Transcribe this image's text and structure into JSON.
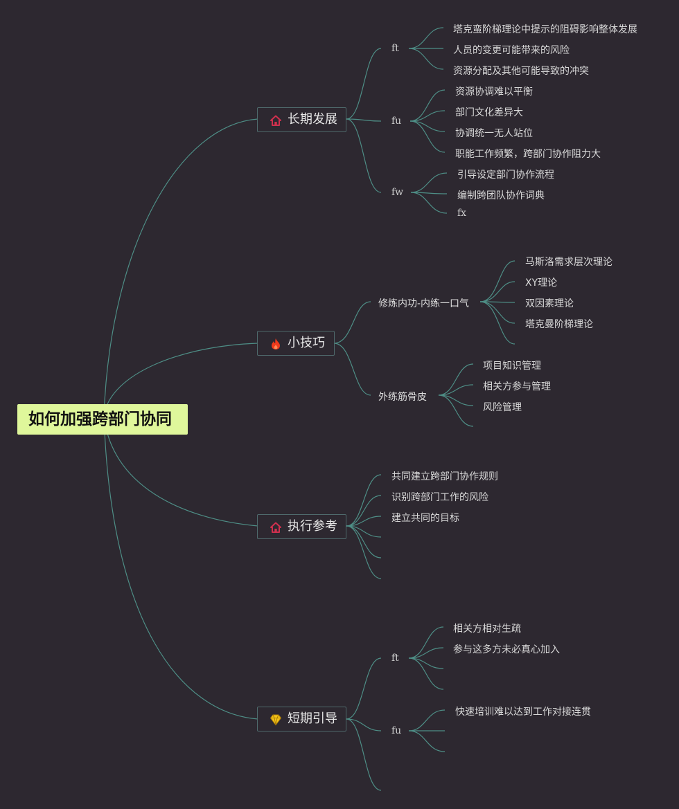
{
  "root": {
    "label": "如何加强跨部门协同"
  },
  "branches": {
    "long_term": {
      "label": "长期发展",
      "icon": "house-icon",
      "ft": {
        "label": "ft",
        "items": [
          "塔克蛮阶梯理论中提示的阻碍影响整体发展",
          "人员的变更可能带来的风险",
          "资源分配及其他可能导致的冲突"
        ]
      },
      "fu": {
        "label": "fu",
        "items": [
          "资源协调难以平衡",
          "部门文化差异大",
          "协调统一无人站位",
          "职能工作频繁，跨部门协作阻力大"
        ]
      },
      "fw": {
        "label": "fw",
        "items": [
          "引导设定部门协作流程",
          "编制跨团队协作词典",
          "fx"
        ]
      }
    },
    "tips": {
      "label": "小技巧",
      "icon": "fire-icon",
      "inner": {
        "label": "修炼内功-内练一口气",
        "items": [
          "马斯洛需求层次理论",
          "XY理论",
          "双因素理论",
          "塔克曼阶梯理论"
        ]
      },
      "outer": {
        "label": "外练筋骨皮",
        "items": [
          "项目知识管理",
          "相关方参与管理",
          "风险管理"
        ]
      }
    },
    "execution": {
      "label": "执行参考",
      "icon": "house-icon",
      "items": [
        "共同建立跨部门协作规则",
        "识别跨部门工作的风险",
        "建立共同的目标"
      ]
    },
    "short_term": {
      "label": "短期引导",
      "icon": "diamond-icon",
      "ft": {
        "label": "ft",
        "items": [
          "相关方相对生疏",
          "参与这多方未必真心加入"
        ]
      },
      "fu": {
        "label": "fu",
        "items": [
          "快速培训难以达到工作对接连贯"
        ]
      }
    }
  },
  "colors": {
    "background": "#2d2830",
    "root_fill": "#dff79b",
    "connector": "#4e8e86",
    "topic_border": "#4f6a6c",
    "house_icon": "#d0304e",
    "fire_icon": "#f03a1c",
    "diamond_icon": "#f5c518"
  }
}
